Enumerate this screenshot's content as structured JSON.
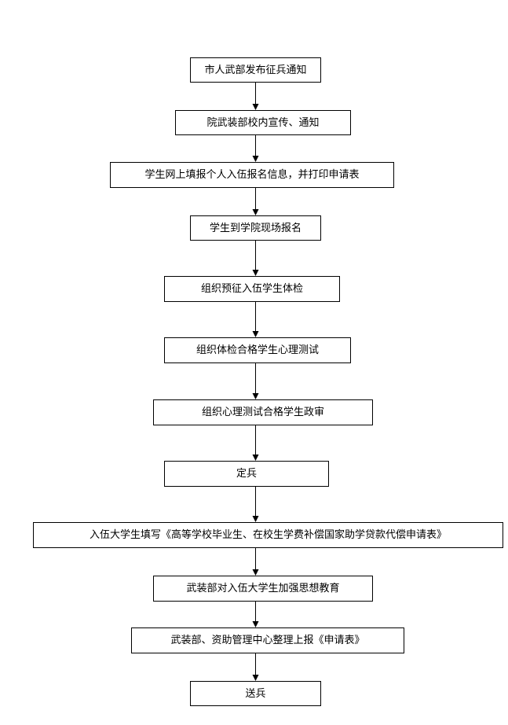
{
  "flowchart": {
    "steps": [
      "市人武部发布征兵通知",
      "院武装部校内宣传、通知",
      "学生网上填报个人入伍报名信息，并打印申请表",
      "学生到学院现场报名",
      "组织预征入伍学生体检",
      "组织体检合格学生心理测试",
      "组织心理测试合格学生政审",
      "定兵",
      "入伍大学生填写《高等学校毕业生、在校生学费补偿国家助学贷款代偿申请表》",
      "武装部对入伍大学生加强思想教育",
      "武装部、资助管理中心整理上报《申请表》",
      "送兵"
    ]
  }
}
